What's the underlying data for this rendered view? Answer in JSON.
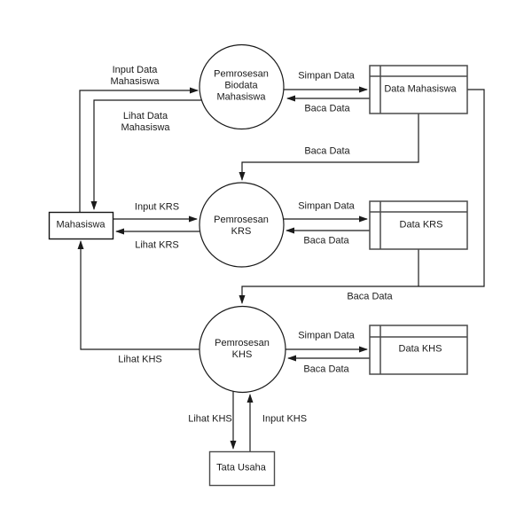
{
  "entities": {
    "mahasiswa": "Mahasiswa",
    "tata_usaha": "Tata Usaha"
  },
  "processes": {
    "biodata": "Pemrosesan\nBiodata\nMahasiswa",
    "krs": "Pemrosesan\nKRS",
    "khs": "Pemrosesan\nKHS"
  },
  "stores": {
    "mahasiswa": "Data Mahasiswa",
    "krs": "Data KRS",
    "khs": "Data KHS"
  },
  "flows": {
    "input_data_mahasiswa": "Input Data\nMahasiswa",
    "lihat_data_mahasiswa": "Lihat Data\nMahasiswa",
    "simpan_data_1": "Simpan Data",
    "baca_data_1": "Baca Data",
    "baca_data_2": "Baca Data",
    "input_krs": "Input KRS",
    "lihat_krs": "Lihat KRS",
    "simpan_data_2": "Simpan Data",
    "baca_data_3": "Baca Data",
    "baca_data_4": "Baca Data",
    "lihat_khs_to_mahasiswa": "Lihat KHS",
    "simpan_data_3": "Simpan Data",
    "baca_data_5": "Baca Data",
    "lihat_khs_to_tata_usaha": "Lihat KHS",
    "input_khs": "Input KHS"
  },
  "colors": {
    "line": "#1a1a1a",
    "store_border": "#4a4a4a",
    "background": "#ffffff"
  }
}
